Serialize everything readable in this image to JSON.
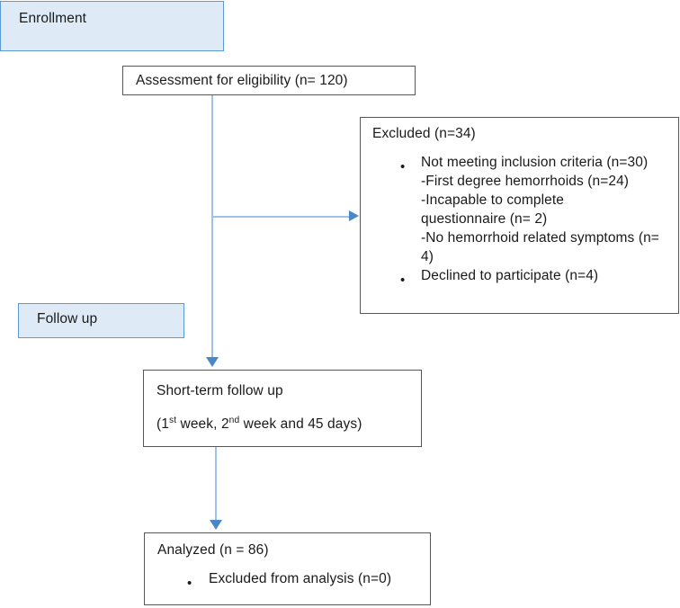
{
  "diagram": {
    "title": "CONSORT-style participant flow diagram",
    "colors": {
      "phase_fill": "#deebf7",
      "phase_border": "#5b9bd5",
      "box_border": "#575757",
      "connector": "#9dc3e6",
      "arrowhead": "#4a87c7",
      "text": "#1a1a1a",
      "background": "#ffffff"
    },
    "phases": [
      {
        "id": "enrollment",
        "label": "Enrollment"
      },
      {
        "id": "follow-up",
        "label": "Follow up"
      }
    ],
    "nodes": {
      "assessment": {
        "label": "Assessment for eligibility (n= 120)"
      },
      "excluded": {
        "heading": "Excluded (n=34)",
        "items": [
          {
            "bullet": "•",
            "lines": [
              "Not meeting inclusion criteria (n=30)",
              "-First degree hemorrhoids (n=24)",
              "-Incapable to complete questionnaire (n= 2)",
              "-No hemorrhoid related symptoms (n= 4)"
            ]
          },
          {
            "bullet": "•",
            "lines": [
              "Declined to participate (n=4)"
            ]
          }
        ]
      },
      "short_term_follow_up": {
        "line1": "Short-term follow up",
        "line2_pre": "(1",
        "line2_sup1": "st",
        "line2_mid": " week, 2",
        "line2_sup2": "nd",
        "line2_post": " week and 45 days)"
      },
      "analyzed": {
        "heading": "Analyzed (n = 86)",
        "bullet": "•",
        "bullet_text": "Excluded from analysis (n=0)"
      }
    }
  }
}
